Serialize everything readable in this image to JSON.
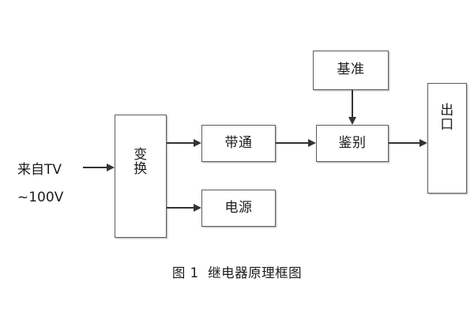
{
  "figure": {
    "caption": "图 1  继电器原理框图",
    "background_color": "#ffffff",
    "line_color": "#333333",
    "box_border_color": "#5b5b5b",
    "text_color": "#1c1c1c"
  },
  "input": {
    "line1": "来自TV",
    "line2": "~100V"
  },
  "blocks": {
    "transform": {
      "label": "变\n换"
    },
    "bandpass": {
      "label": "带通"
    },
    "power": {
      "label": "电源"
    },
    "reference": {
      "label": "基准"
    },
    "discriminate": {
      "label": "鉴别"
    },
    "output": {
      "label": "出\n口"
    }
  },
  "connections": [
    {
      "name": "input-to-transform",
      "from": "来自TV ~100V",
      "to": "变换"
    },
    {
      "name": "transform-to-bandpass",
      "from": "变换",
      "to": "带通"
    },
    {
      "name": "transform-to-power",
      "from": "变换",
      "to": "电源"
    },
    {
      "name": "bandpass-to-discriminate",
      "from": "带通",
      "to": "鉴别"
    },
    {
      "name": "reference-to-discriminate",
      "from": "基准",
      "to": "鉴别"
    },
    {
      "name": "discriminate-to-output",
      "from": "鉴别",
      "to": "出口"
    }
  ]
}
